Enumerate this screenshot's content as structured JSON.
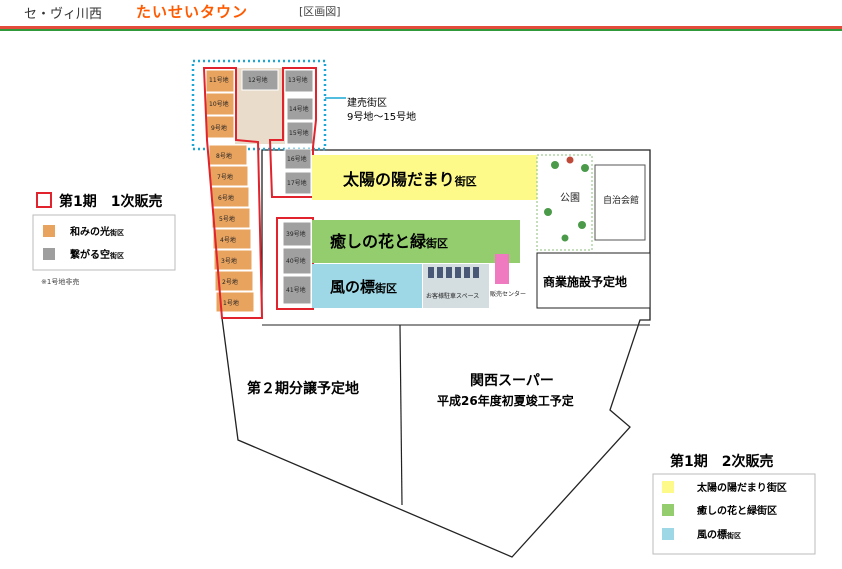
{
  "header": {
    "brand_name": "セ・ヴィ川西",
    "brand_sub": "たいせいタウン",
    "page_label": "[区画図]"
  },
  "map": {
    "lots": {
      "l11": "11号地",
      "l10": "10号地",
      "l9": "9号地",
      "l8": "8号地",
      "l7": "7号地",
      "l6": "6号地",
      "l5": "5号地",
      "l4": "4号地",
      "l3": "3号地",
      "l2": "2号地",
      "l1": "1号地",
      "l12": "12号地",
      "l13": "13号地",
      "l14": "14号地",
      "l15": "15号地",
      "l16": "16号地",
      "l17": "17号地",
      "l39": "39号地",
      "l40": "40号地",
      "l41": "41号地"
    },
    "annotation_title": "建売街区",
    "annotation_range": "9号地〜15号地",
    "block_taiyou_main": "太陽の陽だまり",
    "block_taiyou_suffix": "街区",
    "block_iyashi_main": "癒しの花と緑",
    "block_iyashi_suffix": "街区",
    "block_kaze_main": "風の標",
    "block_kaze_suffix": "街区",
    "parking": "お客様駐車スペース",
    "sales_center": "販売センター",
    "park": "公園",
    "community_hall": "自治会館",
    "commercial": "商業施設予定地",
    "phase2": "第２期分譲予定地",
    "supermarket_title": "関西スーパー",
    "supermarket_sub": "平成26年度初夏竣工予定"
  },
  "legend1": {
    "title": "第1期　1次販売",
    "items": [
      {
        "label_main": "和みの光",
        "label_suffix": "街区",
        "color": "#e8a35f"
      },
      {
        "label_main": "繋がる空",
        "label_suffix": "街区",
        "color": "#9e9e9e"
      }
    ],
    "note": "※1号地非売"
  },
  "legend2": {
    "title": "第1期　2次販売",
    "items": [
      {
        "label_main": "太陽の陽だまり",
        "label_suffix": "街区",
        "color": "#fdfa8a"
      },
      {
        "label_main": "癒しの花と緑",
        "label_suffix": "街区",
        "color": "#93cd6e"
      },
      {
        "label_main": "風の標",
        "label_suffix": "街区",
        "color": "#9ed8e6"
      }
    ]
  },
  "colors": {
    "lot_orange": "#e8a35f",
    "lot_gray": "#9e9e9e",
    "red_frame": "#e0232c",
    "annotation_frame": "#1aa7d6"
  }
}
